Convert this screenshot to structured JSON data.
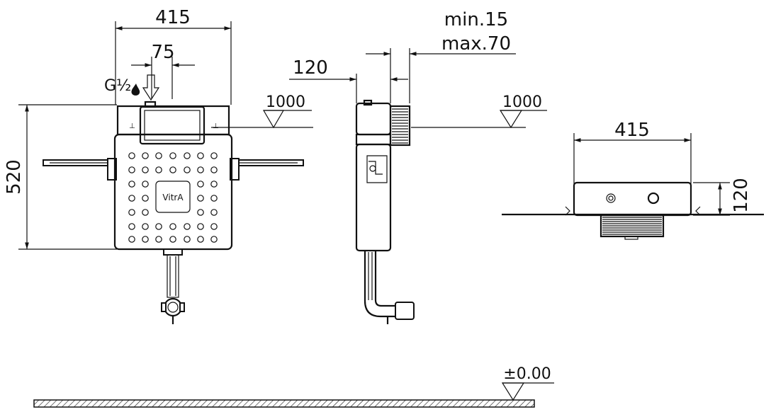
{
  "front_view": {
    "width_dim": "415",
    "inlet_offset_dim": "75",
    "inlet_thread": "G½",
    "height_dim": "520",
    "level_mark": "1000",
    "brand": "VitrA"
  },
  "side_view": {
    "depth_dim": "120",
    "adjust_min": "min.15",
    "adjust_max": "max.70",
    "level_mark": "1000"
  },
  "top_view": {
    "width_dim": "415",
    "depth_dim": "120"
  },
  "floor": {
    "level_mark": "±0.00"
  },
  "colors": {
    "line": "#111111",
    "background": "#ffffff"
  }
}
